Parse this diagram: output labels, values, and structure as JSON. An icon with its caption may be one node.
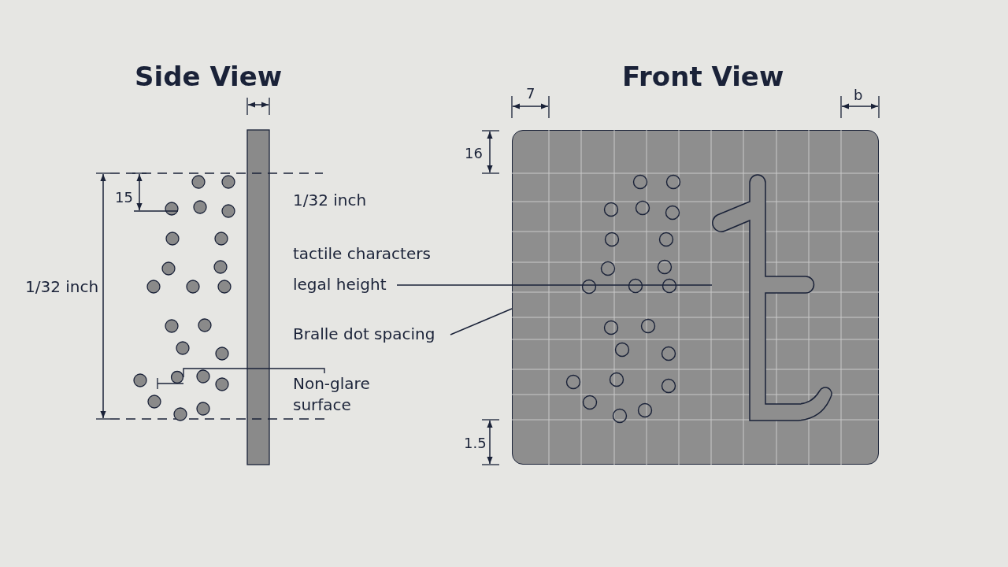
{
  "diagram": {
    "nodes": [
      {
        "text": [
          "legal height"
        ]
      },
      {
        "text": [
          "Bralle dot spacing"
        ]
      },
      {
        "text": [
          "Non-glare surface"
        ]
      },
      {
        "text": [],
        "shape": "circle"
      },
      {
        "text": [],
        "shape": "box"
      },
      {
        "text": [],
        "shape": "picture",
        "in": 4
      }
    ],
    "edges": [
      {
        "from": 0,
        "to": 5,
        "arrow": "none"
      },
      {
        "from": 1,
        "to": 4,
        "arrow": "none"
      },
      {
        "from": 2,
        "to": 3,
        "arrow": "none"
      }
    ],
    "labels": [
      "Side View",
      "Front View",
      "7",
      "b",
      "16",
      "15",
      "1/32 inch",
      "tactile characters",
      "1/32 inch",
      "1.5"
    ]
  }
}
